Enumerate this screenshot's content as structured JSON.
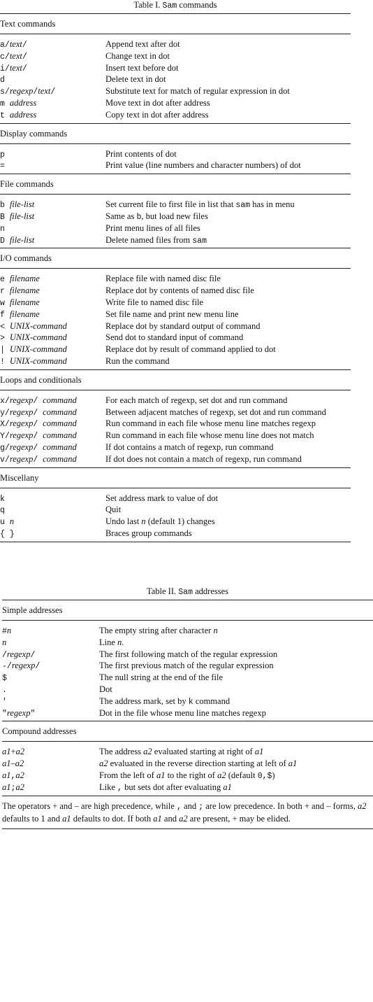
{
  "table1": {
    "caption": {
      "pre": "Table I. ",
      "mono": "Sam",
      "post": " commands"
    },
    "sections": [
      {
        "title": "Text commands",
        "rows": [
          {
            "cmd": [
              [
                "m",
                "a/"
              ],
              [
                "i",
                "text"
              ],
              [
                "m",
                "/"
              ]
            ],
            "desc": [
              [
                "r",
                "Append text after dot"
              ]
            ]
          },
          {
            "cmd": [
              [
                "m",
                "c/"
              ],
              [
                "i",
                "text"
              ],
              [
                "m",
                "/"
              ]
            ],
            "desc": [
              [
                "r",
                "Change text in dot"
              ]
            ]
          },
          {
            "cmd": [
              [
                "m",
                "i/"
              ],
              [
                "i",
                "text"
              ],
              [
                "m",
                "/"
              ]
            ],
            "desc": [
              [
                "r",
                "Insert text before dot"
              ]
            ]
          },
          {
            "cmd": [
              [
                "m",
                "d"
              ]
            ],
            "desc": [
              [
                "r",
                "Delete text in dot"
              ]
            ]
          },
          {
            "cmd": [
              [
                "m",
                "s/"
              ],
              [
                "i",
                "regexp"
              ],
              [
                "m",
                "/"
              ],
              [
                "i",
                "text"
              ],
              [
                "m",
                "/"
              ]
            ],
            "desc": [
              [
                "r",
                "Substitute text for match of regular expression in dot"
              ]
            ]
          },
          {
            "cmd": [
              [
                "m",
                "m "
              ],
              [
                "i",
                "address"
              ]
            ],
            "desc": [
              [
                "r",
                "Move text in dot after address"
              ]
            ]
          },
          {
            "cmd": [
              [
                "m",
                "t "
              ],
              [
                "i",
                "address"
              ]
            ],
            "desc": [
              [
                "r",
                "Copy text in dot after address"
              ]
            ]
          }
        ]
      },
      {
        "title": "Display commands",
        "rows": [
          {
            "cmd": [
              [
                "m",
                "p"
              ]
            ],
            "desc": [
              [
                "r",
                "Print contents of dot"
              ]
            ]
          },
          {
            "cmd": [
              [
                "m",
                "="
              ]
            ],
            "desc": [
              [
                "r",
                "Print value (line numbers and character numbers) of dot"
              ]
            ]
          }
        ]
      },
      {
        "title": "File commands",
        "rows": [
          {
            "cmd": [
              [
                "m",
                "b "
              ],
              [
                "i",
                "file-list"
              ]
            ],
            "desc": [
              [
                "r",
                "Set current file to first file in list that "
              ],
              [
                "m",
                "sam"
              ],
              [
                "r",
                " has in menu"
              ]
            ]
          },
          {
            "cmd": [
              [
                "m",
                "B "
              ],
              [
                "i",
                "file-list"
              ]
            ],
            "desc": [
              [
                "r",
                "Same as "
              ],
              [
                "m",
                "b"
              ],
              [
                "r",
                ", but load new files"
              ]
            ]
          },
          {
            "cmd": [
              [
                "m",
                "n"
              ]
            ],
            "desc": [
              [
                "r",
                "Print menu lines of all files"
              ]
            ]
          },
          {
            "cmd": [
              [
                "m",
                "D "
              ],
              [
                "i",
                "file-list"
              ]
            ],
            "desc": [
              [
                "r",
                "Delete named files from "
              ],
              [
                "m",
                "sam"
              ]
            ]
          }
        ]
      },
      {
        "title": "I/O commands",
        "rows": [
          {
            "cmd": [
              [
                "m",
                "e "
              ],
              [
                "i",
                "filename"
              ]
            ],
            "desc": [
              [
                "r",
                "Replace file with named disc file"
              ]
            ]
          },
          {
            "cmd": [
              [
                "m",
                "r "
              ],
              [
                "i",
                "filename"
              ]
            ],
            "desc": [
              [
                "r",
                "Replace dot by contents of named disc file"
              ]
            ]
          },
          {
            "cmd": [
              [
                "m",
                "w "
              ],
              [
                "i",
                "filename"
              ]
            ],
            "desc": [
              [
                "r",
                "Write file to named disc file"
              ]
            ]
          },
          {
            "cmd": [
              [
                "m",
                "f "
              ],
              [
                "i",
                "filename"
              ]
            ],
            "desc": [
              [
                "r",
                "Set file name and print new menu line"
              ]
            ]
          },
          {
            "cmd": [
              [
                "m",
                "< "
              ],
              [
                "i",
                "UNIX-command"
              ]
            ],
            "desc": [
              [
                "r",
                "Replace dot by standard output of command"
              ]
            ]
          },
          {
            "cmd": [
              [
                "m",
                "> "
              ],
              [
                "i",
                "UNIX-command"
              ]
            ],
            "desc": [
              [
                "r",
                "Send dot to standard input of command"
              ]
            ]
          },
          {
            "cmd": [
              [
                "m",
                "| "
              ],
              [
                "i",
                "UNIX-command"
              ]
            ],
            "desc": [
              [
                "r",
                "Replace dot by result of command applied to dot"
              ]
            ]
          },
          {
            "cmd": [
              [
                "m",
                "! "
              ],
              [
                "i",
                "UNIX-command"
              ]
            ],
            "desc": [
              [
                "r",
                "Run the command"
              ]
            ]
          }
        ]
      },
      {
        "title": "Loops and conditionals",
        "rows": [
          {
            "cmd": [
              [
                "m",
                "x/"
              ],
              [
                "i",
                "regexp"
              ],
              [
                "m",
                "/ "
              ],
              [
                "i",
                "command"
              ]
            ],
            "desc": [
              [
                "r",
                "For each match of regexp, set dot and run command"
              ]
            ]
          },
          {
            "cmd": [
              [
                "m",
                "y/"
              ],
              [
                "i",
                "regexp"
              ],
              [
                "m",
                "/ "
              ],
              [
                "i",
                "command"
              ]
            ],
            "desc": [
              [
                "r",
                "Between adjacent matches of regexp, set dot and run command"
              ]
            ]
          },
          {
            "cmd": [
              [
                "m",
                "X/"
              ],
              [
                "i",
                "regexp"
              ],
              [
                "m",
                "/ "
              ],
              [
                "i",
                "command"
              ]
            ],
            "desc": [
              [
                "r",
                "Run command in each file whose menu line matches regexp"
              ]
            ]
          },
          {
            "cmd": [
              [
                "m",
                "Y/"
              ],
              [
                "i",
                "regexp"
              ],
              [
                "m",
                "/ "
              ],
              [
                "i",
                "command"
              ]
            ],
            "desc": [
              [
                "r",
                "Run command in each file whose menu line does not match"
              ]
            ]
          },
          {
            "cmd": [
              [
                "m",
                "g/"
              ],
              [
                "i",
                "regexp"
              ],
              [
                "m",
                "/ "
              ],
              [
                "i",
                "command"
              ]
            ],
            "desc": [
              [
                "r",
                "If dot contains a match of regexp, run command"
              ]
            ]
          },
          {
            "cmd": [
              [
                "m",
                "v/"
              ],
              [
                "i",
                "regexp"
              ],
              [
                "m",
                "/ "
              ],
              [
                "i",
                "command"
              ]
            ],
            "desc": [
              [
                "r",
                "If dot does not contain a match of regexp, run command"
              ]
            ]
          }
        ]
      },
      {
        "title": "Miscellany",
        "rows": [
          {
            "cmd": [
              [
                "m",
                "k"
              ]
            ],
            "desc": [
              [
                "r",
                "Set address mark to value of dot"
              ]
            ]
          },
          {
            "cmd": [
              [
                "m",
                "q"
              ]
            ],
            "desc": [
              [
                "r",
                "Quit"
              ]
            ]
          },
          {
            "cmd": [
              [
                "m",
                "u "
              ],
              [
                "i",
                "n"
              ]
            ],
            "desc": [
              [
                "r",
                "Undo last "
              ],
              [
                "i",
                "n"
              ],
              [
                "r",
                " (default 1) changes"
              ]
            ]
          },
          {
            "cmd": [
              [
                "m",
                "{ }"
              ]
            ],
            "desc": [
              [
                "r",
                "Braces group commands"
              ]
            ]
          }
        ]
      }
    ]
  },
  "table2": {
    "caption": {
      "pre": "Table II. ",
      "mono": "Sam",
      "post": " addresses"
    },
    "sections": [
      {
        "title": "Simple addresses",
        "rows": [
          {
            "cmd": [
              [
                "m",
                "#"
              ],
              [
                "i",
                "n"
              ]
            ],
            "desc": [
              [
                "r",
                "The empty string after character "
              ],
              [
                "i",
                "n"
              ]
            ]
          },
          {
            "cmd": [
              [
                "i",
                "n"
              ]
            ],
            "desc": [
              [
                "r",
                "Line "
              ],
              [
                "i",
                "n"
              ],
              [
                "r",
                "."
              ]
            ]
          },
          {
            "cmd": [
              [
                "m",
                "/"
              ],
              [
                "i",
                "regexp"
              ],
              [
                "m",
                "/"
              ]
            ],
            "desc": [
              [
                "r",
                "The first following match of the regular expression"
              ]
            ]
          },
          {
            "cmd": [
              [
                "m",
                "-/"
              ],
              [
                "i",
                "regexp"
              ],
              [
                "m",
                "/"
              ]
            ],
            "desc": [
              [
                "r",
                "The first previous match of the regular expression"
              ]
            ]
          },
          {
            "cmd": [
              [
                "m",
                "$"
              ]
            ],
            "desc": [
              [
                "r",
                "The null string at the end of the file"
              ]
            ]
          },
          {
            "cmd": [
              [
                "m",
                "."
              ]
            ],
            "desc": [
              [
                "r",
                "Dot"
              ]
            ]
          },
          {
            "cmd": [
              [
                "m",
                "'"
              ]
            ],
            "desc": [
              [
                "r",
                "The address mark, set by "
              ],
              [
                "m",
                "k"
              ],
              [
                "r",
                " command"
              ]
            ]
          },
          {
            "cmd": [
              [
                "m",
                "\""
              ],
              [
                "i",
                "regexp"
              ],
              [
                "m",
                "\""
              ]
            ],
            "desc": [
              [
                "r",
                "Dot in the file whose menu line matches regexp"
              ]
            ]
          }
        ]
      },
      {
        "title": "Compound addresses",
        "rows": [
          {
            "cmd": [
              [
                "i",
                "a1"
              ],
              [
                "r",
                "+"
              ],
              [
                "i",
                "a2"
              ]
            ],
            "desc": [
              [
                "r",
                "The address "
              ],
              [
                "i",
                "a2"
              ],
              [
                "r",
                " evaluated starting at right of "
              ],
              [
                "i",
                "a1"
              ]
            ]
          },
          {
            "cmd": [
              [
                "i",
                "a1"
              ],
              [
                "r",
                "–"
              ],
              [
                "i",
                "a2"
              ]
            ],
            "desc": [
              [
                "i",
                "a2"
              ],
              [
                "r",
                " evaluated in the reverse direction starting at left of "
              ],
              [
                "i",
                "a1"
              ]
            ]
          },
          {
            "cmd": [
              [
                "i",
                "a1"
              ],
              [
                "m",
                ","
              ],
              [
                "i",
                "a2"
              ]
            ],
            "desc": [
              [
                "r",
                "From the left of "
              ],
              [
                "i",
                "a1"
              ],
              [
                "r",
                " to the right of "
              ],
              [
                "i",
                "a2"
              ],
              [
                "r",
                " (default "
              ],
              [
                "m",
                "0,$"
              ],
              [
                "r",
                ")"
              ]
            ]
          },
          {
            "cmd": [
              [
                "i",
                "a1"
              ],
              [
                "m",
                ";"
              ],
              [
                "i",
                "a2"
              ]
            ],
            "desc": [
              [
                "r",
                "Like "
              ],
              [
                "m",
                ","
              ],
              [
                "r",
                " but sets dot after evaluating "
              ],
              [
                "i",
                "a1"
              ]
            ]
          }
        ]
      }
    ],
    "note": [
      [
        "r",
        "The operators + and – are high precedence, while "
      ],
      [
        "m",
        ","
      ],
      [
        "r",
        " and "
      ],
      [
        "m",
        ";"
      ],
      [
        "r",
        " are low precedence.  In both + and – forms, "
      ],
      [
        "i",
        "a2"
      ],
      [
        "r",
        " defaults to 1 and "
      ],
      [
        "i",
        "a1"
      ],
      [
        "r",
        " defaults to dot.  If both "
      ],
      [
        "i",
        "a1"
      ],
      [
        "r",
        " and "
      ],
      [
        "i",
        "a2"
      ],
      [
        "r",
        " are present, + may be elided."
      ]
    ]
  }
}
